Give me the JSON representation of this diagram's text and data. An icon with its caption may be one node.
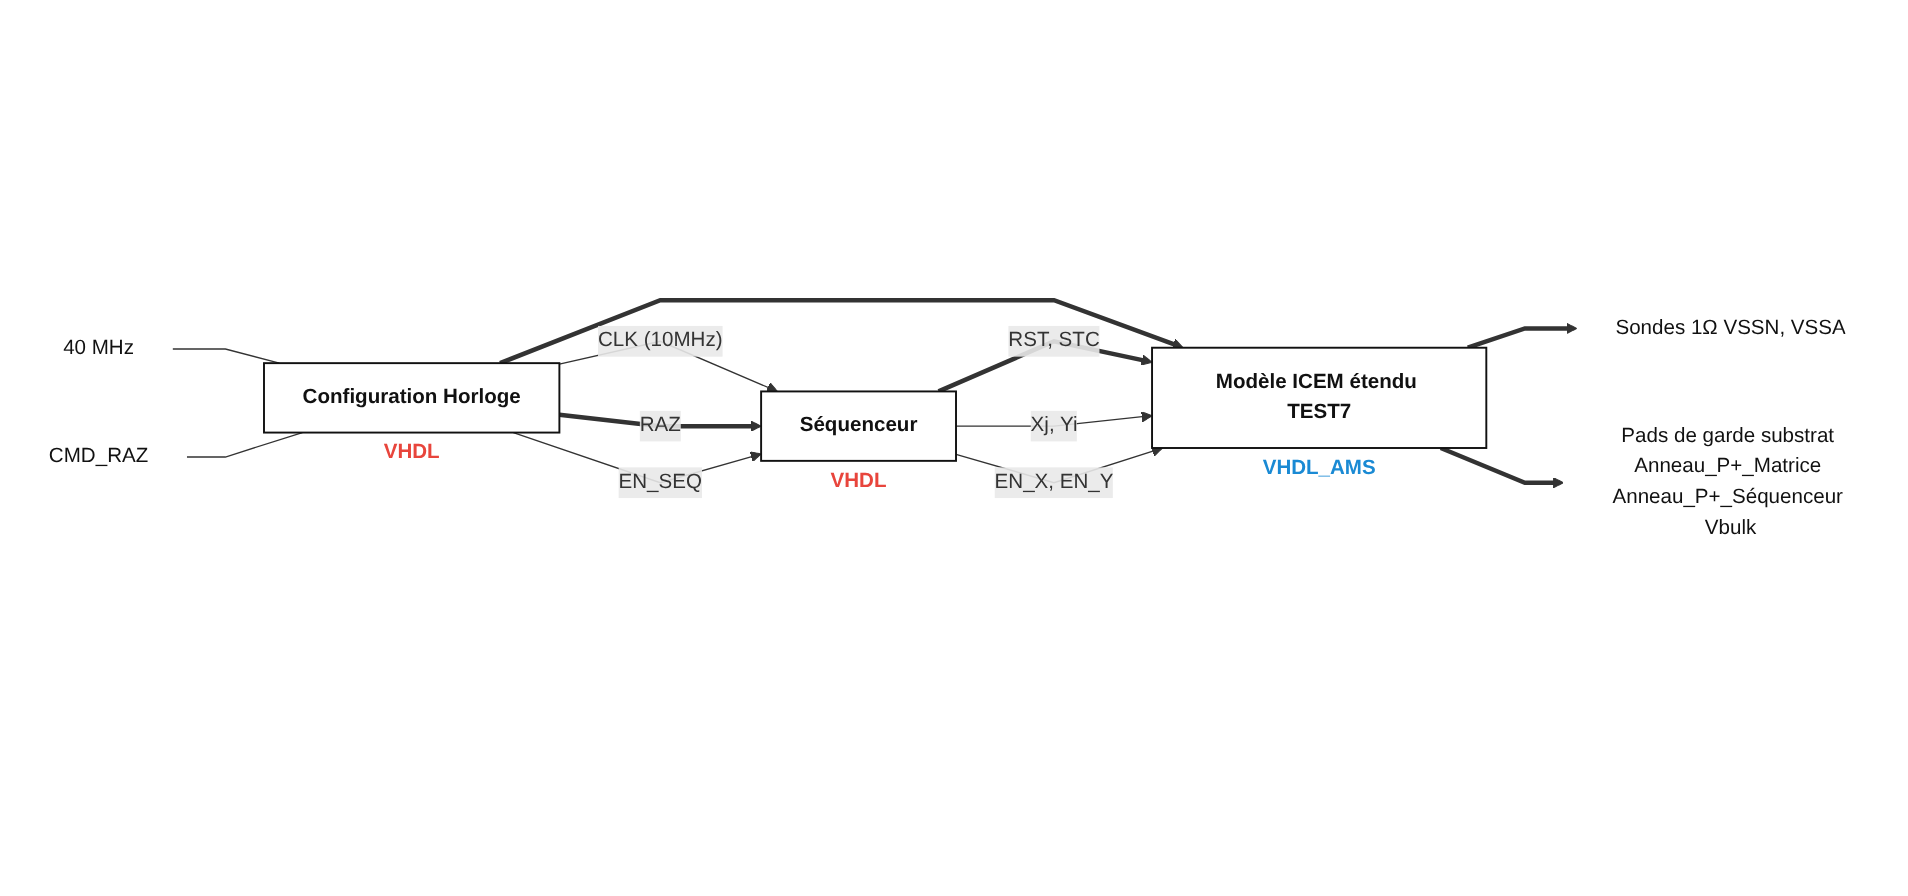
{
  "diagram": {
    "nodes": [
      {
        "text": [
          "Modèle ICEM étendu TEST7"
        ],
        "beside": [
          "VHDL_AMS"
        ]
      },
      {
        "text": [
          "Sondes 1Ω VSSN, VSSA"
        ]
      },
      {
        "text": [
          "Pads de garde substrat Anneau_P+_Matrice Anneau_P+_Séquenceur Vbulk"
        ]
      },
      {
        "text": [
          "Configuration Horloge"
        ],
        "beside": [
          "VHDL"
        ]
      },
      {
        "text": [
          "Séquenceur"
        ],
        "beside": [
          "VHDL"
        ]
      },
      {
        "text": [
          "40 MHz"
        ]
      },
      {
        "text": [
          "CMD_RAZ"
        ]
      }
    ],
    "edges": [
      {
        "from": 0,
        "to": 1,
        "arrow": "to",
        "style": "thick"
      },
      {
        "from": 0,
        "to": 2,
        "arrow": "to",
        "style": "thick"
      },
      {
        "from": 5,
        "to": 3,
        "arrow": "none"
      },
      {
        "from": 6,
        "to": 3,
        "arrow": "none"
      },
      {
        "from": 3,
        "to": 4,
        "label": "CLK (10MHz)",
        "arrow": "to"
      },
      {
        "from": 3,
        "to": 0,
        "arrow": "to",
        "style": "thick"
      },
      {
        "from": 3,
        "to": 4,
        "label": "RAZ",
        "arrow": "to",
        "style": "thick"
      },
      {
        "from": 3,
        "to": 4,
        "label": "EN_SEQ",
        "arrow": "to"
      },
      {
        "from": 4,
        "to": 0,
        "label": "RST, STC",
        "arrow": "to",
        "style": "thick"
      },
      {
        "from": 4,
        "to": 0,
        "label": "Xj, Yi",
        "arrow": "to"
      },
      {
        "from": 4,
        "to": 0,
        "label": "EN_X, EN_Y",
        "arrow": "to"
      }
    ]
  }
}
